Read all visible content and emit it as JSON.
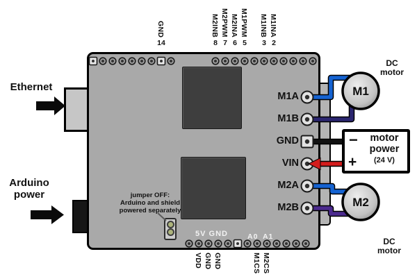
{
  "left_labels": {
    "ethernet": "Ethernet",
    "arduino_power_line1": "Arduino",
    "arduino_power_line2": "power"
  },
  "board": {
    "top_pins": [
      {
        "name": "GND",
        "pin": "14"
      },
      {
        "name": "M2INB",
        "pin": "8"
      },
      {
        "name": "M2PWM",
        "pin": "7"
      },
      {
        "name": "M2INA",
        "pin": "6"
      },
      {
        "name": "M1PWM",
        "pin": "5"
      },
      {
        "name": "M1INB",
        "pin": "3"
      },
      {
        "name": "M1INA",
        "pin": "2"
      }
    ],
    "bottom_pins": [
      "VDD",
      "GND",
      "GND",
      "M1CS",
      "M2CS"
    ],
    "silkscreen_power": "5V GND",
    "silkscreen_analog": "A0 A1",
    "jumper_note_line1": "jumper OFF:",
    "jumper_note_line2": "Arduino and shield",
    "jumper_note_line3": "powered separately",
    "right_terminals": [
      "M1A",
      "M1B",
      "GND",
      "VIN",
      "M2A",
      "M2B"
    ]
  },
  "motors": {
    "m1": {
      "label": "M1",
      "caption_line1": "DC",
      "caption_line2": "motor"
    },
    "m2": {
      "label": "M2",
      "caption_line1": "DC",
      "caption_line2": "motor"
    }
  },
  "power_supply": {
    "minus": "−",
    "plus": "+",
    "line1": "motor",
    "line2": "power",
    "line3": "(24 V)"
  },
  "wire_colors": {
    "m1a": "#1563d2",
    "m1b": "#2b2670",
    "gnd": "#121212",
    "vin": "#d41c1c",
    "m2a": "#1563d2",
    "m2b": "#4b2a8e"
  }
}
